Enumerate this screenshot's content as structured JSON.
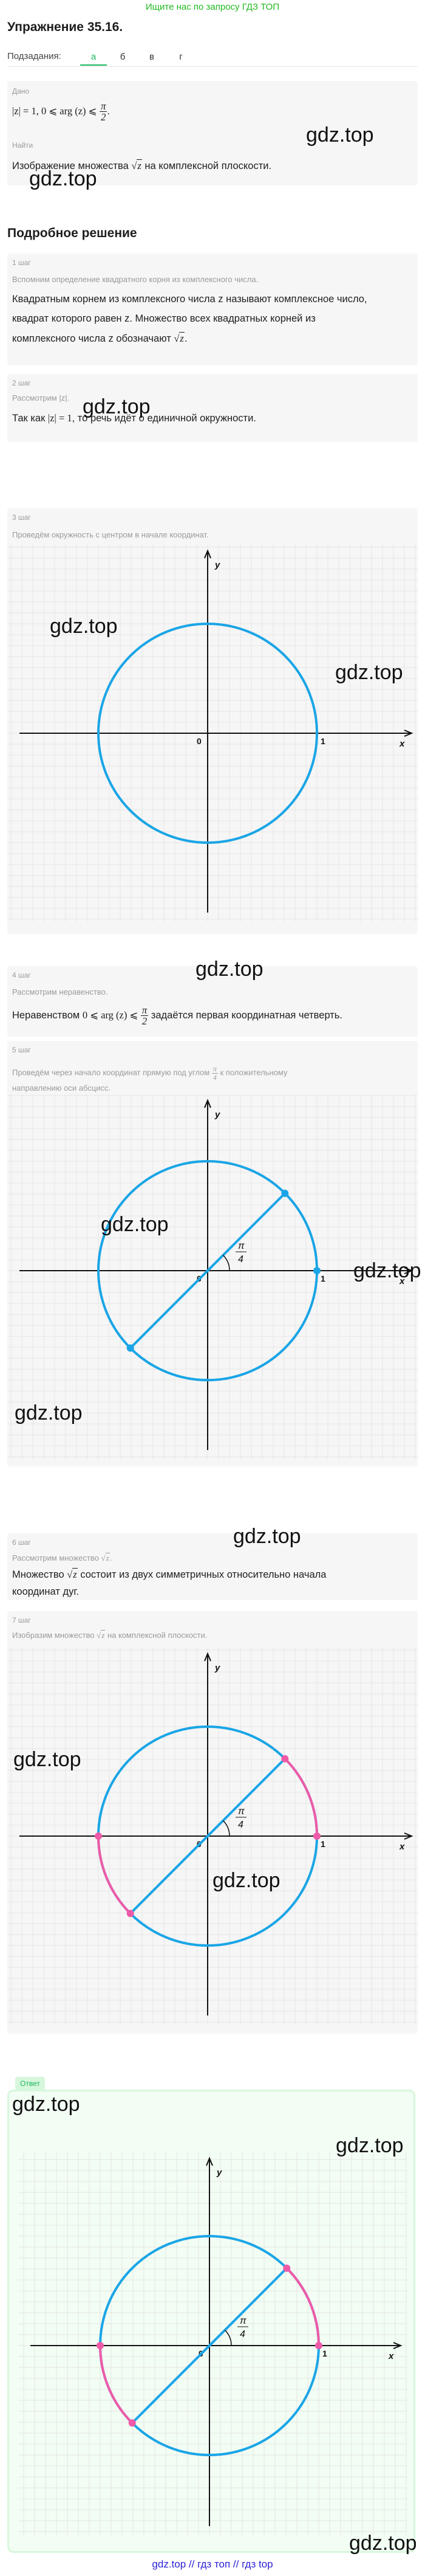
{
  "header": {
    "top_link": "Ищите нас по запросу ГДЗ ТОП",
    "title": "Упражнение 35.16.",
    "subtasks_label": "Подзадания:",
    "subtasks": [
      "а",
      "б",
      "в",
      "г"
    ],
    "active_subtask": "а"
  },
  "given": {
    "label": "Дано",
    "condition_prefix": "|z| = 1,  0 ⩽ arg (z) ⩽",
    "frac_num": "π",
    "frac_den": "2",
    "condition_suffix": "."
  },
  "find": {
    "label": "Найти",
    "text_before": "Изображение множества",
    "sqrt_arg": "z",
    "text_after": "на комплексной плоскости."
  },
  "solution": {
    "title": "Подробное решение",
    "steps": [
      {
        "label": "1 шаг",
        "hint": "Вспомним определение квадратного корня из комплексного числа.",
        "text_1": "Квадратным корнем из комплексного числа z называют комплексное число,",
        "text_2": "квадрат которого равен z. Множество всех квадратных корней из",
        "text_3_before": "комплексного числа z обозначают",
        "text_3_after": "."
      },
      {
        "label": "2 шаг",
        "hint": "Рассмотрим |z|.",
        "text_before": "Так как",
        "math": "|z| = 1",
        "text_after": ", то речь идёт о единичной окружности."
      },
      {
        "label": "3 шаг",
        "hint": "Проведём окружность с центром в начале координат."
      },
      {
        "label": "4 шаг",
        "hint": "Рассмотрим неравенство.",
        "text_before": "Неравенством",
        "math": "0 ⩽ arg (z) ⩽",
        "frac_num": "π",
        "frac_den": "2",
        "text_after": "задаётся первая координатная четверть."
      },
      {
        "label": "5 шаг",
        "hint_before": "Проведём через начало координат прямую под углом",
        "frac_num": "π",
        "frac_den": "4",
        "hint_after": "к положительному",
        "hint_line2": "направлению оси абсцисс."
      },
      {
        "label": "6 шаг",
        "hint_before": "Рассмотрим множество",
        "hint_after": ".",
        "text_before": "Множество",
        "text_after": "состоит из двух симметричных относительно начала",
        "text_line2": "координат дуг."
      },
      {
        "label": "7 шаг",
        "hint_before": "Изобразим множество",
        "hint_after": "на комплексной плоскости."
      }
    ],
    "answer_label": "Ответ"
  },
  "graph": {
    "x_label": "x",
    "y_label": "y",
    "origin_label": "0",
    "one_label": "1",
    "angle_num": "π",
    "angle_den": "4"
  },
  "watermark": "gdz.top",
  "footer": "gdz.top // гдз топ // гдз top",
  "colors": {
    "accent": "#19b55e",
    "circle": "#1aa5e6",
    "arc": "#ee5aa8",
    "answer_border": "#d7f7dc",
    "answer_bg": "#f2fdf4",
    "footer": "#2a1fd6"
  }
}
